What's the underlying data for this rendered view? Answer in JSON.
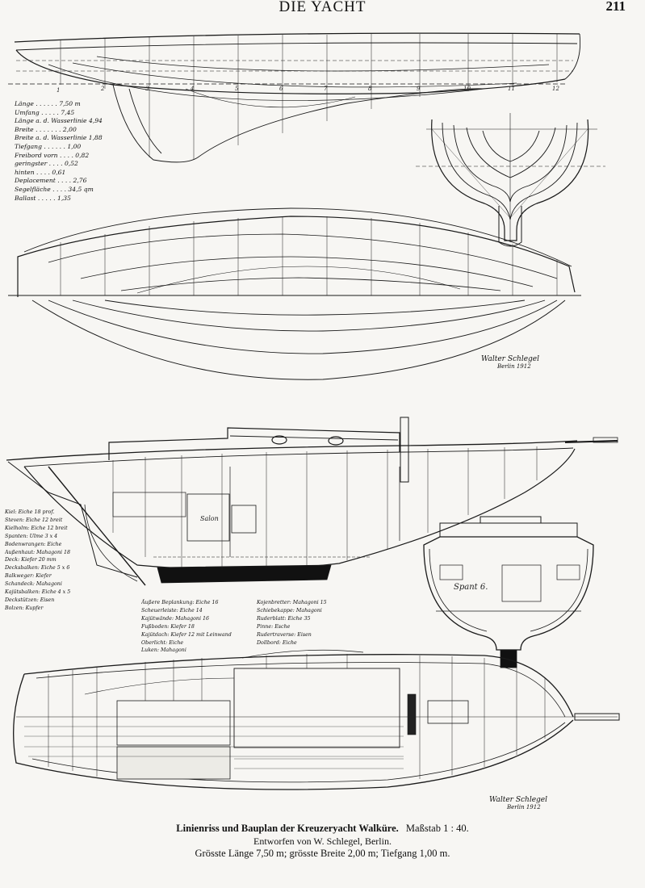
{
  "header": {
    "title": "DIE YACHT",
    "page_number": "211"
  },
  "spec_table": [
    "Länge . . . . . . 7,50 m",
    "Umfang . . . . . 7,45",
    "Länge a. d. Wasserlinie 4,94",
    "Breite . . . . . . . 2,00",
    "Breite a. d. Wasserlinie 1,88",
    "Tiefgang . . . . . . 1,00",
    "Freibord vorn . . . . 0,82",
    "geringster . . . . 0,52",
    "hinten . . . . 0,61",
    "Deplacement . . . . 2,76",
    "Segelfläche . . . . 34,5 qm",
    "Ballast . . . . . 1,35"
  ],
  "station_labels": [
    "1",
    "2",
    "3",
    "4",
    "5",
    "6",
    "7",
    "8",
    "9",
    "10",
    "11",
    "12"
  ],
  "section_label": "Spant 6.",
  "cabin_label": "Salon",
  "notes_left": [
    "Kiel: Eiche 18 prof.",
    "Steven: Eiche 12 breit",
    "Kielholm: Eiche 12 breit",
    "Spanten: Ulme 3 x 4",
    "Bodenwrangen: Eiche",
    "Außenhaut: Mahagoni 18",
    "Deck: Kiefer 20 mm",
    "Decksbalken: Eiche 5 x 6",
    "Balkweger: Kiefer",
    "Schandeck: Mahagoni",
    "Kajütsbalken: Eiche 4 x 5",
    "Deckstützen: Eisen",
    "Bolzen: Kupfer"
  ],
  "notes_middle": [
    "Äußere Beplankung: Eiche 16",
    "Scheuerleiste: Eiche 14",
    "Kajütwände: Mahagoni 16",
    "Fußboden: Kiefer 18",
    "Kajütdach: Kiefer 12 mit Leinwand",
    "Oberlicht: Eiche",
    "Luken: Mahagoni"
  ],
  "notes_right": [
    "Kojenbretter: Mahagoni 15",
    "Schiebekappe: Mahagoni",
    "Ruderblatt: Eiche 35",
    "Pinne: Esche",
    "Rudertraverse: Eisen",
    "Dollbord: Eiche"
  ],
  "signature_top": {
    "name": "Walter Schlegel",
    "place": "Berlin 1912"
  },
  "signature_bottom": {
    "name": "Walter Schlegel",
    "place": "Berlin 1912"
  },
  "caption": {
    "title": "Linienriss und Bauplan der Kreuzeryacht Walküre.",
    "scale": "Maßstab 1 : 40.",
    "designer": "Entworfen von W. Schlegel, Berlin.",
    "dimensions": "Grösste Länge 7,50 m; grösste Breite 2,00 m; Tiefgang 1,00 m."
  }
}
